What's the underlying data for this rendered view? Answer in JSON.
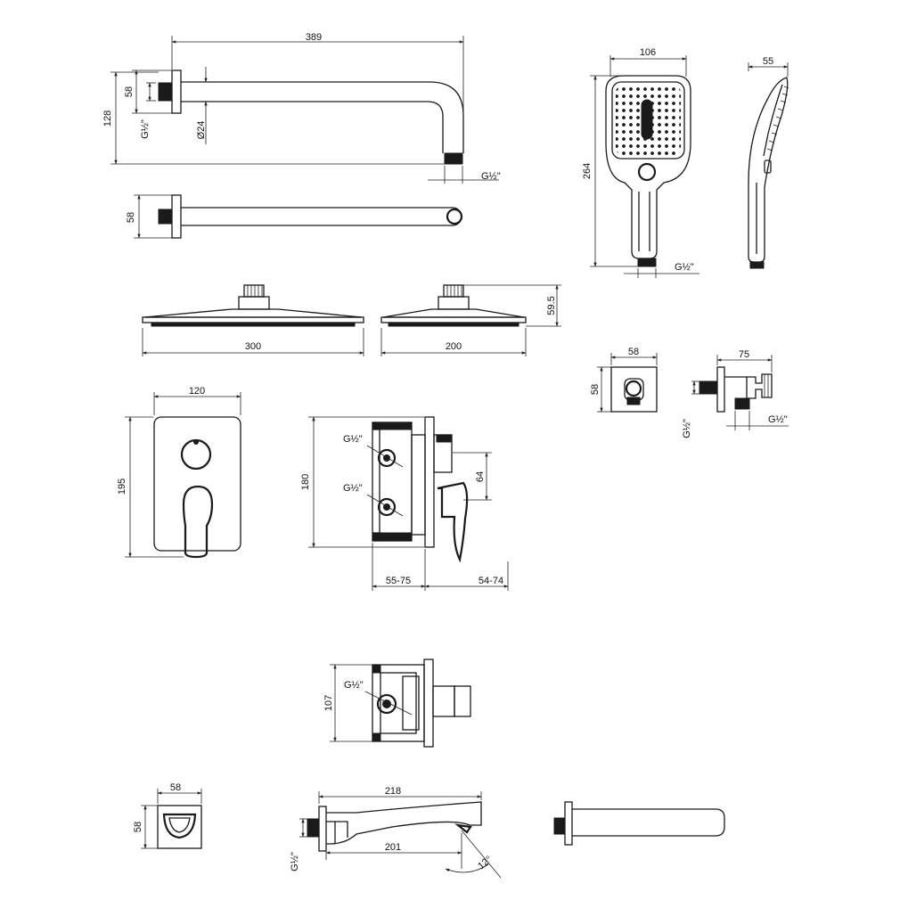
{
  "colors": {
    "line": "#1a1a1a",
    "background": "#ffffff"
  },
  "shower_arm": {
    "length": "389",
    "height": "128",
    "flange": "58",
    "thread": "G½\"",
    "diameter": "Ø24",
    "outlet_thread": "G½\""
  },
  "shower_arm_top": {
    "flange": "58"
  },
  "hand_shower": {
    "width": "106",
    "height": "264",
    "depth": "55",
    "thread": "G½\""
  },
  "rain_heads": {
    "height": "59.5",
    "large_width": "300",
    "small_width": "200"
  },
  "wall_outlet_front": {
    "width": "58",
    "height": "58"
  },
  "wall_outlet_side": {
    "depth": "75",
    "thread_inlet": "G½\"",
    "thread_outlet": "G½\""
  },
  "mixer_plate": {
    "width": "120",
    "height": "195"
  },
  "mixer_body": {
    "height": "180",
    "spacing": "64",
    "thread_top": "G½\"",
    "thread_bottom": "G½\"",
    "depth_box": "55-75",
    "depth_lever": "54-74"
  },
  "diverter_body": {
    "height": "107",
    "thread": "G½\""
  },
  "spout_front": {
    "width": "58",
    "height": "58"
  },
  "spout_side": {
    "length": "218",
    "reach": "201",
    "angle": "12°",
    "thread": "G½\""
  }
}
